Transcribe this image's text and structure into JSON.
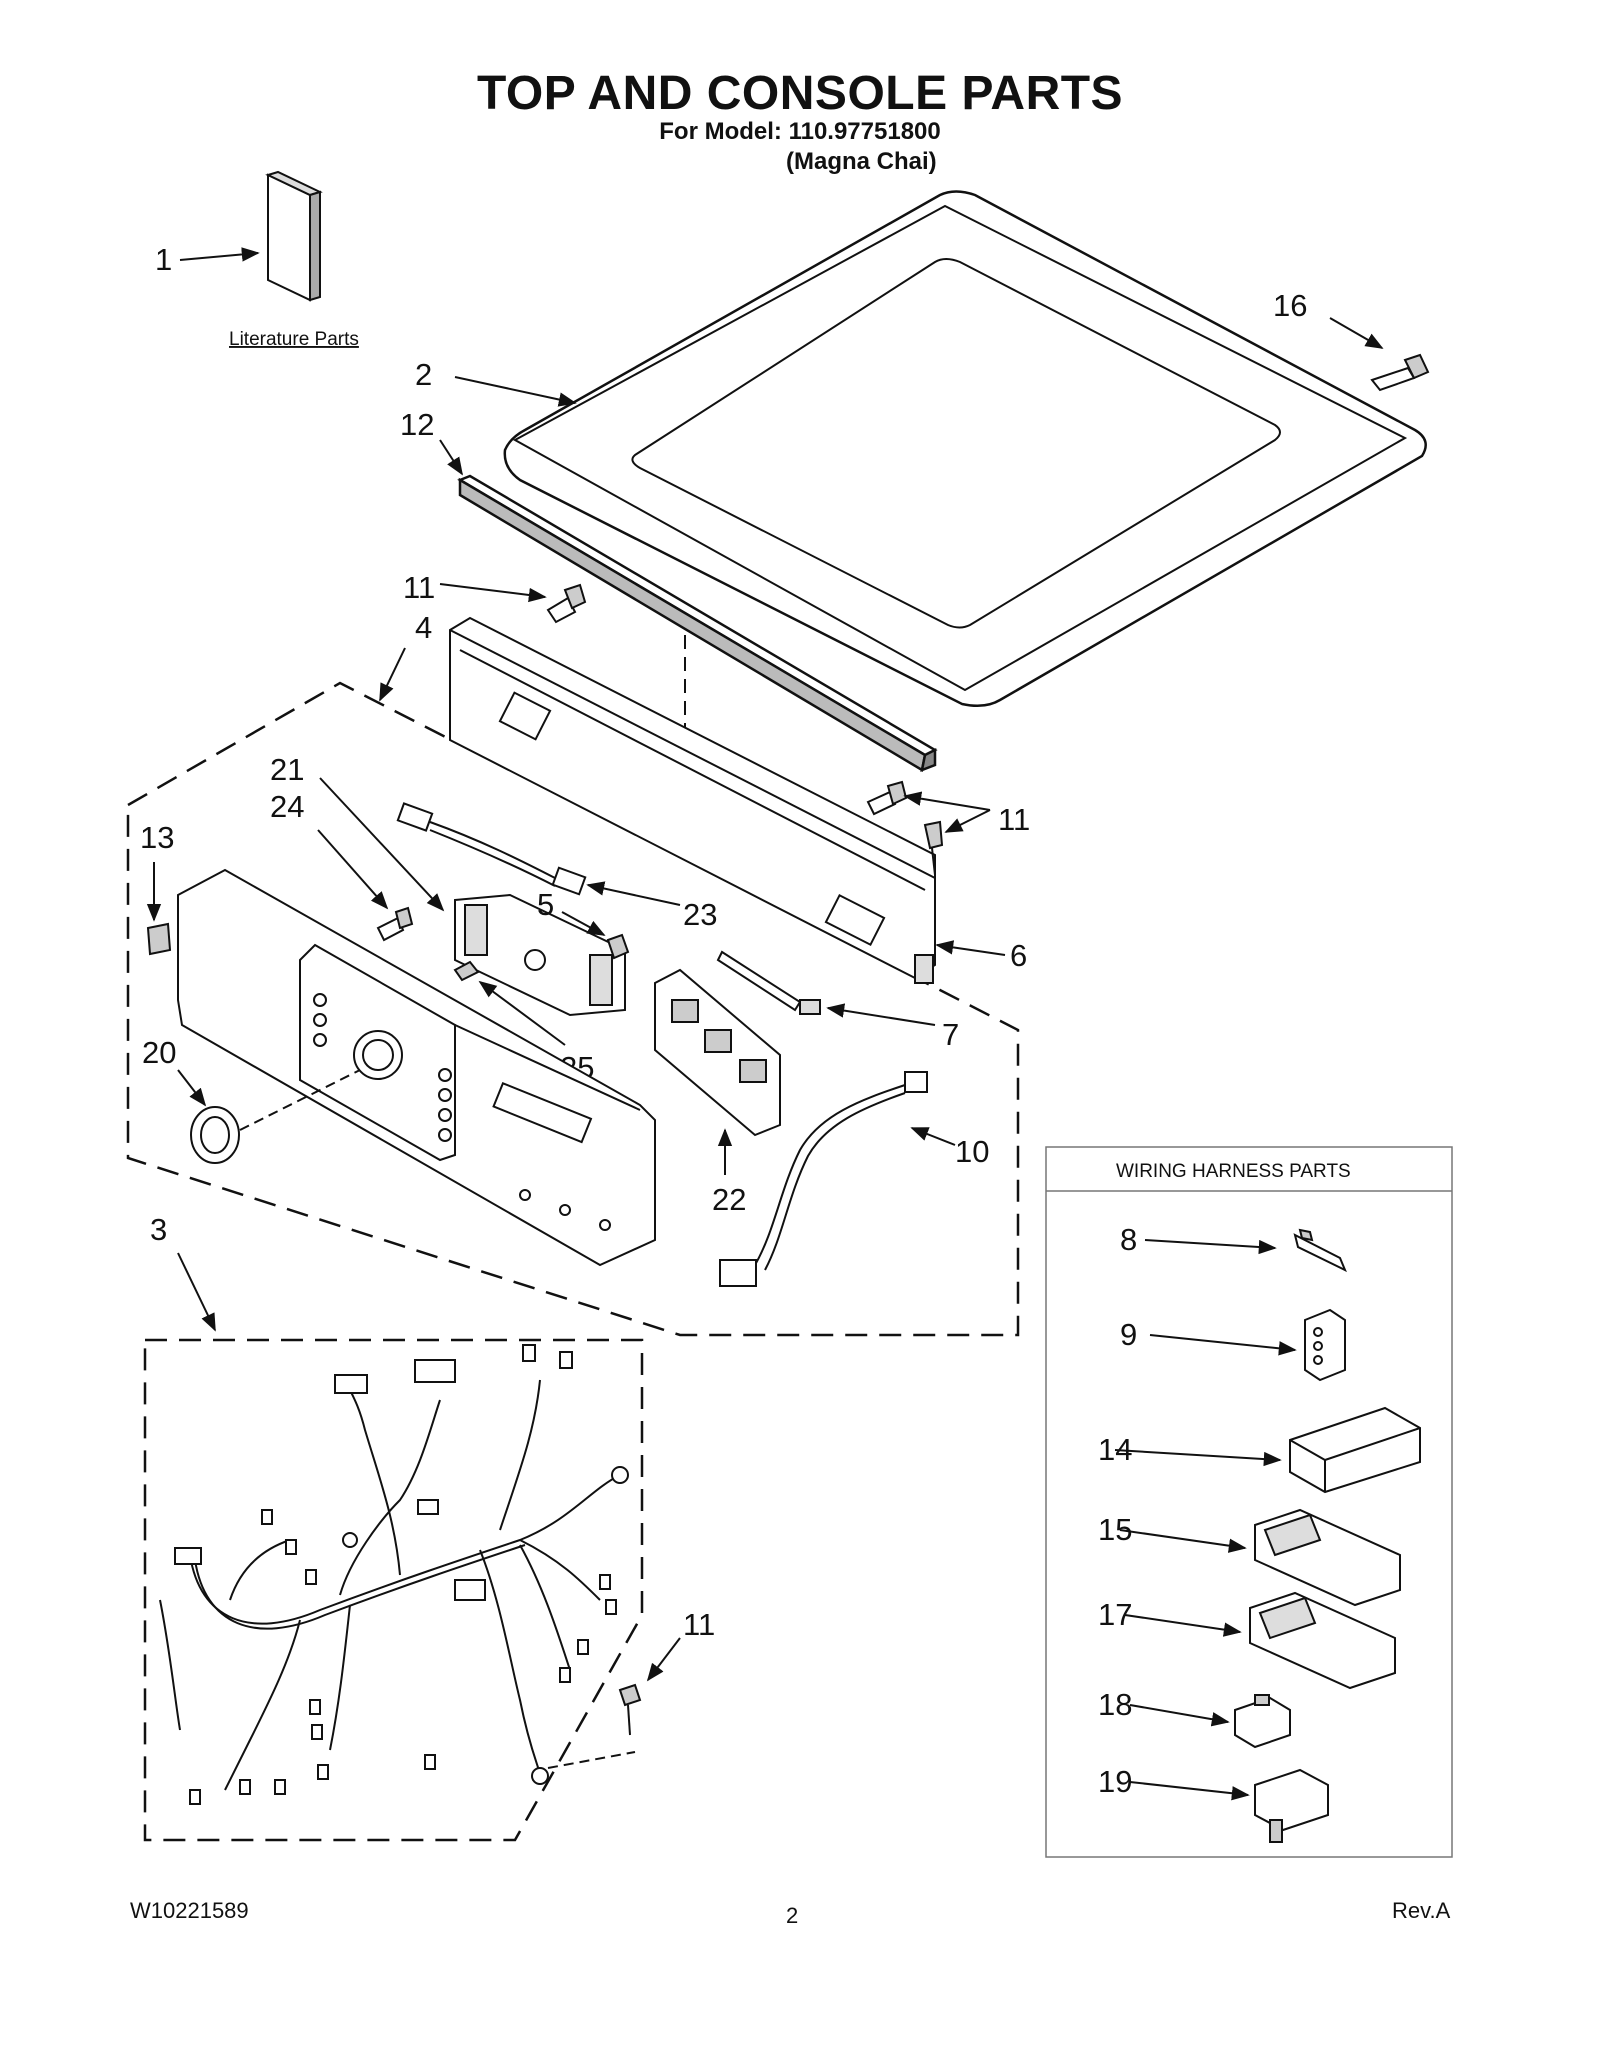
{
  "header": {
    "title": "TOP AND CONSOLE PARTS",
    "model_line": "For Model: 110.97751800",
    "model_name": "(Magna Chai)"
  },
  "labels": {
    "literature": "Literature Parts",
    "wiring_box_title": "WIRING HARNESS PARTS"
  },
  "callouts": {
    "n1": "1",
    "n2": "2",
    "n3": "3",
    "n4": "4",
    "n5": "5",
    "n6": "6",
    "n7": "7",
    "n8": "8",
    "n9": "9",
    "n10": "10",
    "n11a": "11",
    "n11b": "11",
    "n11c": "11",
    "n12": "12",
    "n13": "13",
    "n14": "14",
    "n15": "15",
    "n16": "16",
    "n17": "17",
    "n18": "18",
    "n19": "19",
    "n20": "20",
    "n21": "21",
    "n22": "22",
    "n23": "23",
    "n24": "24",
    "n25": "25"
  },
  "footer": {
    "doc_number": "W10221589",
    "page": "2",
    "revision": "Rev.A"
  }
}
